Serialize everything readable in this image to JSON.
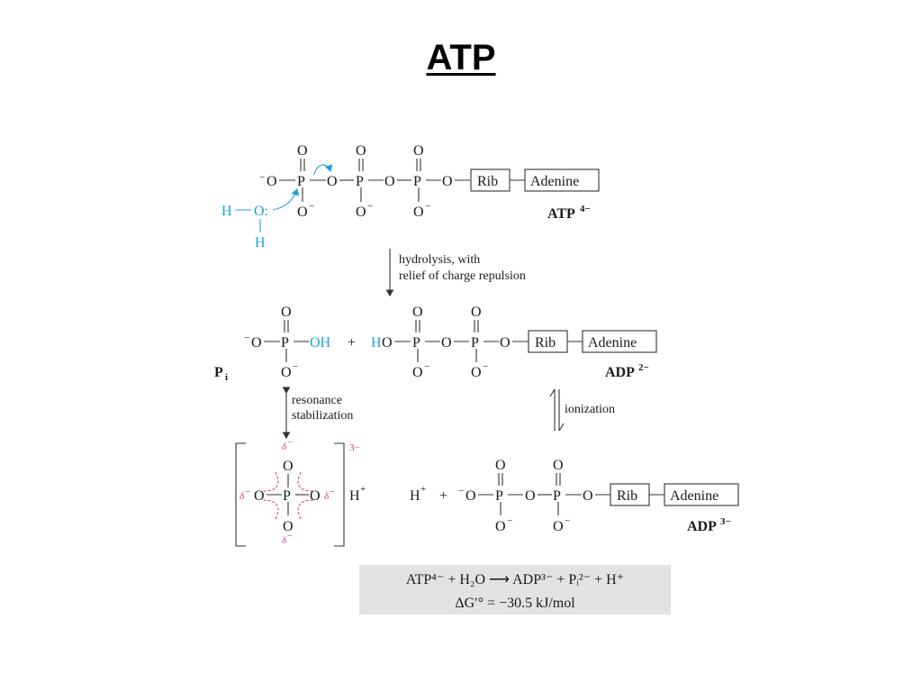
{
  "slide": {
    "title": "ATP"
  },
  "atp": {
    "label": "ATP",
    "charge": "4−",
    "rib": "Rib",
    "adenine": "Adenine",
    "water_h1": "H",
    "water_o": "O:",
    "water_h2": "H"
  },
  "step1": {
    "line1": "hydrolysis, with",
    "line2": "relief of charge repulsion"
  },
  "pi": {
    "label": "P",
    "subscript": "i",
    "oh": "OH"
  },
  "plus": "+",
  "adp2": {
    "label": "ADP",
    "charge": "2−",
    "h": "H",
    "rib": "Rib",
    "adenine": "Adenine"
  },
  "resonance": {
    "line1": "resonance",
    "line2": "stabilization",
    "bracket_charge": "3−",
    "proton": "H",
    "delta": "δ"
  },
  "ionization": "ionization",
  "adp3": {
    "label": "ADP",
    "charge": "3−",
    "proton": "H",
    "rib": "Rib",
    "adenine": "Adenine"
  },
  "equation": {
    "line1": "ATP⁴⁻ + H₂O ⟶ ADP³⁻ + Pᵢ²⁻ + H⁺",
    "line2": "ΔG′° = −30.5 kJ/mol"
  },
  "colors": {
    "water": "#1ba3d6",
    "delta": "#d6338a",
    "equation_box": "#e3e3e3"
  }
}
